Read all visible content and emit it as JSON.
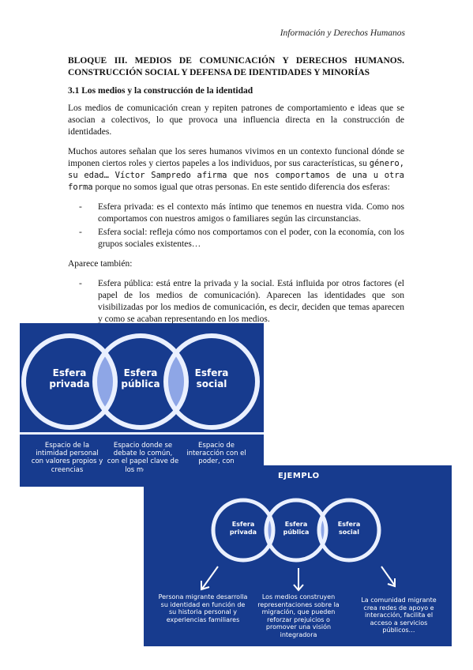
{
  "header": {
    "running_title": "Información y Derechos Humanos"
  },
  "block_title": "BLOQUE III. MEDIOS DE COMUNICACIÓN Y DERECHOS HUMANOS. CONSTRUCCIÓN SOCIAL Y DEFENSA DE IDENTIDADES Y MINORÍAS",
  "section_title": "3.1 Los medios y la construcción de la identidad",
  "paragraphs": {
    "p1": "Los medios de comunicación crean y repiten patrones de comportamiento e ideas que se asocian a colectivos, lo que provoca una influencia directa en la construcción de identidades.",
    "p2_start": "Muchos autores señalan que los seres humanos vivimos en un contexto funcional dónde se imponen ciertos roles y ciertos papeles a los individuos, por sus características, su ",
    "p2_hand": "género, su edad… Víctor Sampredo afirma que nos comportamos de una u otra forma",
    "p2_end": " porque no somos igual que otras personas. En este sentido diferencia dos esferas:",
    "p3": "Aparece también:"
  },
  "list1": [
    "Esfera privada: es el contexto más íntimo que tenemos en nuestra vida. Como nos comportamos con nuestros amigos o familiares según las circunstancias.",
    "Esfera social: refleja cómo nos comportamos con el poder, con la economía, con los grupos sociales existentes…"
  ],
  "list2": [
    "Esfera pública: está entre la privada y la social. Está influida por otros factores (el papel de los medios de comunicación). Aparecen las identidades que son visibilizadas por los medios de comunicación, es decir, deciden que temas aparecen y como se acaban representando en los medios."
  ],
  "graphic1": {
    "circles": [
      "Esfera privada",
      "Esfera pública",
      "Esfera social"
    ],
    "captions": [
      "Espacio de la intimidad personal con valores propios y creencias",
      "Espacio donde se debate lo común, con el papel clave de los medios",
      "Espacio de interacción con el poder, con comunidades y grupos sociales."
    ]
  },
  "graphic2": {
    "title": "EJEMPLO",
    "circles": [
      "Esfera privada",
      "Esfera pública",
      "Esfera social"
    ],
    "captions": [
      "Persona migrante desarrolla su identidad en función de su historia personal y experiencias familiares",
      "Los medios construyen representaciones sobre la migración, que pueden reforzar prejuicios o promover una visión integradora",
      "La comunidad migrante crea redes de apoyo e interacción, facilita el acceso a servicios públicos…"
    ]
  },
  "colors": {
    "panel": "#173b8e",
    "ring": "#eaf0ff",
    "lens": "#8ea6e6"
  }
}
